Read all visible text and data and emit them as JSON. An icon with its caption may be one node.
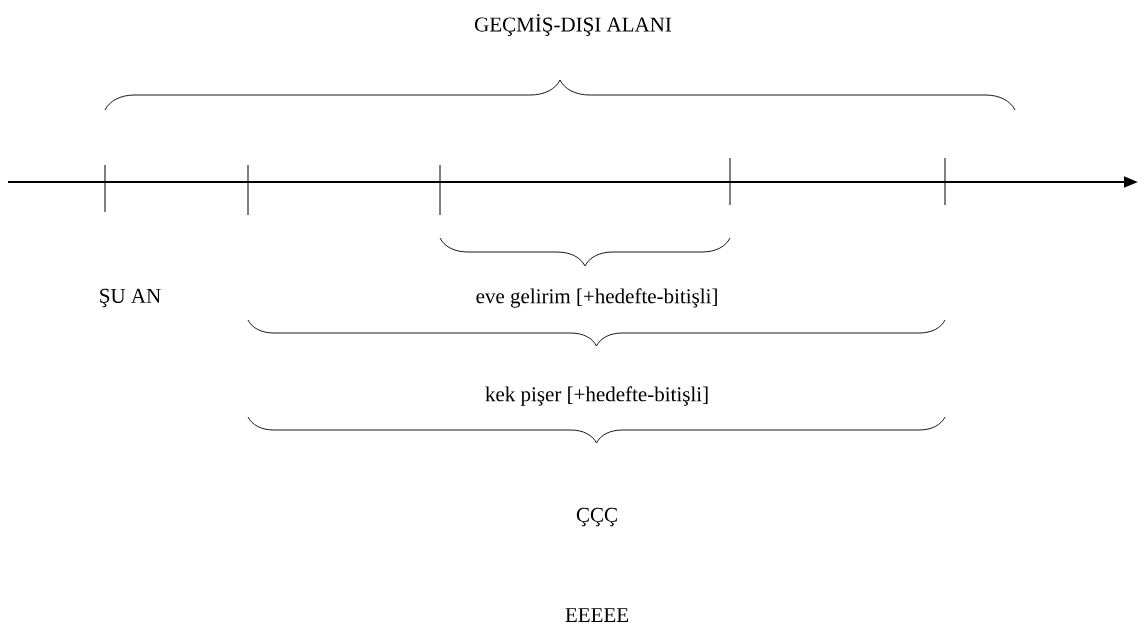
{
  "diagram": {
    "labels": [
      "GEÇMİŞ-DIŞI ALANI",
      "ŞU AN",
      "eve gelirim [+hedefte-bitişli]",
      "kek pişer [+hedefte-bitişli]",
      "ÇÇÇ",
      "EEEEE"
    ]
  }
}
